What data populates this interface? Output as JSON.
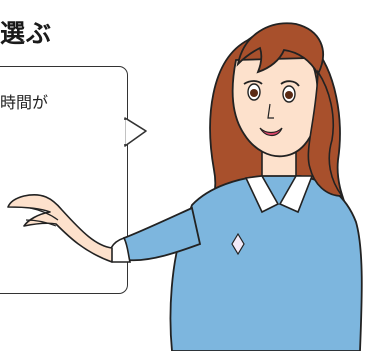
{
  "heading": {
    "text": "選ぶ"
  },
  "speech_bubble": {
    "text": "時間が"
  },
  "illustration": {
    "icon": "presenting-woman-illustration"
  },
  "colors": {
    "hair": "#a8502c",
    "skin": "#fde1cc",
    "sweater": "#7db6de",
    "collar": "#ffffff",
    "outline": "#222222"
  }
}
